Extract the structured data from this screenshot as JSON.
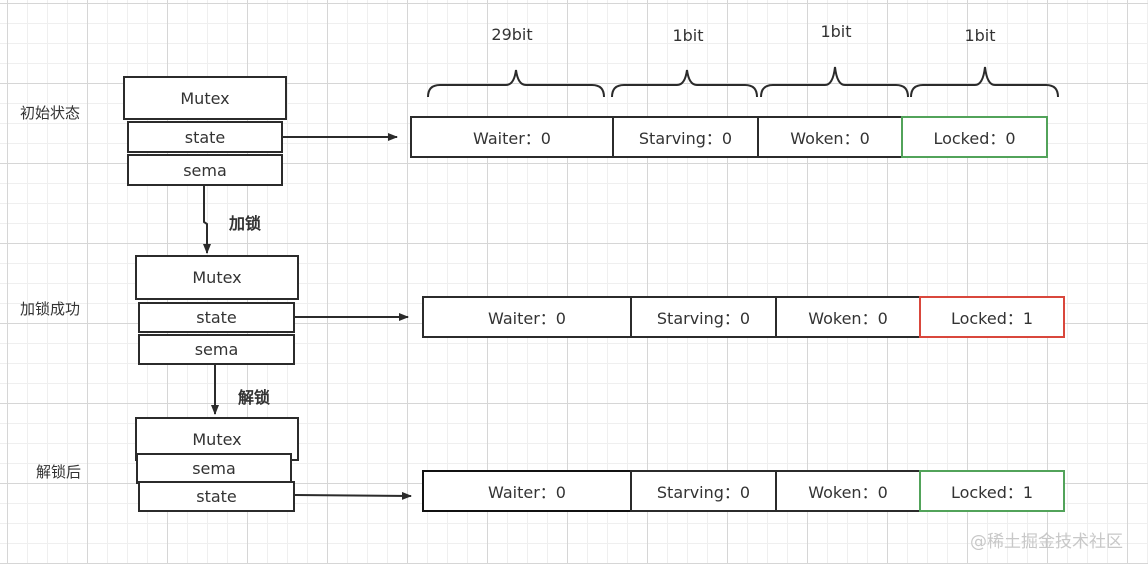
{
  "bits": [
    "29bit",
    "1bit",
    "1bit",
    "1bit"
  ],
  "stages": [
    {
      "label": "初始状态",
      "mutex": "Mutex",
      "field1": "state",
      "field2": "sema",
      "cells": [
        {
          "text": "Waiter：0"
        },
        {
          "text": "Starving：0"
        },
        {
          "text": "Woken：0"
        },
        {
          "text": "Locked：0"
        }
      ]
    },
    {
      "label": "加锁成功",
      "mutex": "Mutex",
      "field1": "state",
      "field2": "sema",
      "cells": [
        {
          "text": "Waiter：0"
        },
        {
          "text": "Starving：0"
        },
        {
          "text": "Woken：0"
        },
        {
          "text": "Locked：1"
        }
      ]
    },
    {
      "label": "解锁后",
      "mutex": "Mutex",
      "field1": "sema",
      "field2": "state",
      "cells": [
        {
          "text": "Waiter：0"
        },
        {
          "text": "Starving：0"
        },
        {
          "text": "Woken：0"
        },
        {
          "text": "Locked：1"
        }
      ]
    }
  ],
  "transitions": [
    "加锁",
    "解锁"
  ],
  "watermark": "@稀土掘金技术社区",
  "colors": {
    "line": "#2b2b2b",
    "green": "#52a35a",
    "red": "#d9473c"
  }
}
